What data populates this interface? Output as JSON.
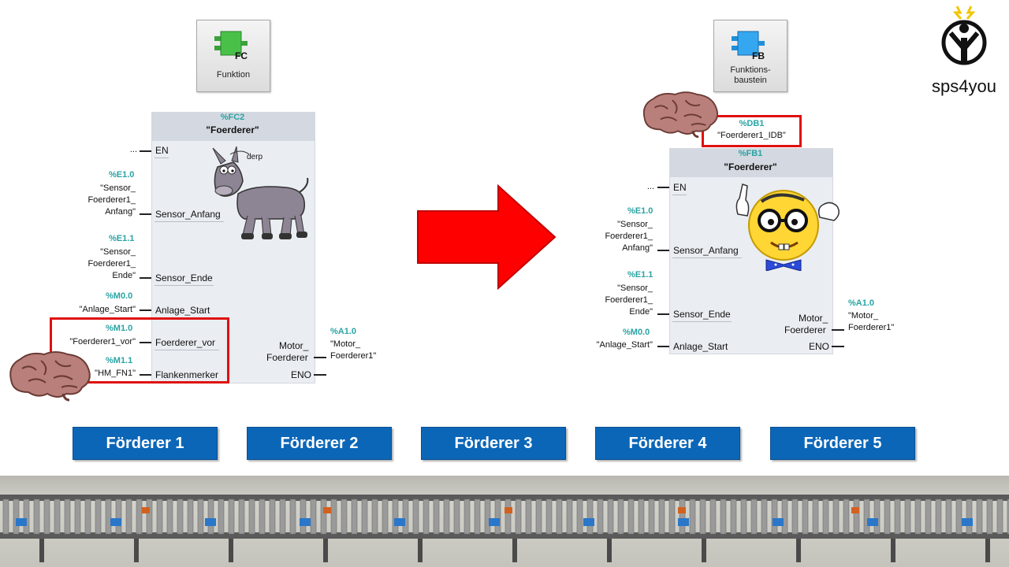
{
  "tiles": {
    "fc": {
      "tag": "FC",
      "label": "Funktion"
    },
    "fb": {
      "tag": "FB",
      "label1": "Funktions-",
      "label2": "baustein"
    }
  },
  "left_block": {
    "address": "%FC2",
    "name": "\"Foerderer\"",
    "en": "EN",
    "en_input": "...",
    "eno": "ENO",
    "bubble": "derp",
    "inputs": [
      {
        "pin": "Sensor_Anfang",
        "address": "%E1.0",
        "line1": "\"Sensor_",
        "line2": "Foerderer1_",
        "line3": "Anfang\""
      },
      {
        "pin": "Sensor_Ende",
        "address": "%E1.1",
        "line1": "\"Sensor_",
        "line2": "Foerderer1_",
        "line3": "Ende\""
      },
      {
        "pin": "Anlage_Start",
        "address": "%M0.0",
        "line1": "\"Anlage_Start\""
      },
      {
        "pin": "Foerderer_vor",
        "address": "%M1.0",
        "line1": "\"Foerderer1_vor\""
      },
      {
        "pin": "Flankenmerker",
        "address": "%M1.1",
        "line1": "\"HM_FN1\""
      }
    ],
    "output": {
      "pin1": "Motor_",
      "pin2": "Foerderer",
      "address": "%A1.0",
      "line1": "\"Motor_",
      "line2": "Foerderer1\""
    }
  },
  "right_block": {
    "db_address": "%DB1",
    "db_name": "\"Foerderer1_IDB\"",
    "address": "%FB1",
    "name": "\"Foerderer\"",
    "en": "EN",
    "en_input": "...",
    "eno": "ENO",
    "inputs": [
      {
        "pin": "Sensor_Anfang",
        "address": "%E1.0",
        "line1": "\"Sensor_",
        "line2": "Foerderer1_",
        "line3": "Anfang\""
      },
      {
        "pin": "Sensor_Ende",
        "address": "%E1.1",
        "line1": "\"Sensor_",
        "line2": "Foerderer1_",
        "line3": "Ende\""
      },
      {
        "pin": "Anlage_Start",
        "address": "%M0.0",
        "line1": "\"Anlage_Start\""
      }
    ],
    "output": {
      "pin1": "Motor_",
      "pin2": "Foerderer",
      "address": "%A1.0",
      "line1": "\"Motor_",
      "line2": "Foerderer1\""
    }
  },
  "logo": {
    "text": "sps4you"
  },
  "buttons": [
    "Förderer 1",
    "Förderer 2",
    "Förderer 3",
    "Förderer 4",
    "Förderer 5"
  ],
  "colors": {
    "accent_teal": "#2aa3a3",
    "highlight_red": "#e01010",
    "button_blue": "#0b66b8",
    "arrow_red": "#ff0000"
  }
}
